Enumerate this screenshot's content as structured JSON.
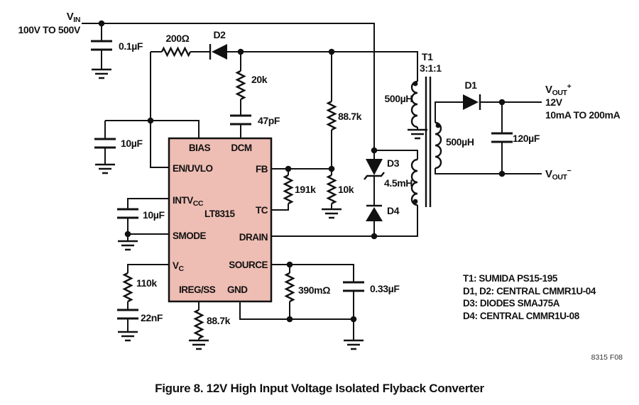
{
  "colors": {
    "ic_fill": "#eebdb3",
    "line": "#111111",
    "background": "#ffffff"
  },
  "labels": {
    "vin": {
      "main": "V",
      "sub": "IN",
      "range": "100V TO 500V"
    },
    "c_in": "0.1µF",
    "r_bias": "200Ω",
    "d2": "D2",
    "r_dcm": "20k",
    "c_dcm": "47pF",
    "r_fb_top": "88.7k",
    "c_bias": "10µF",
    "c_intvcc": "10µF",
    "r_vc": "110k",
    "c_vc": "22nF",
    "r_ireg": "88.7k",
    "r_tc": "191k",
    "r_fb_bot": "10k",
    "r_sense": "390mΩ",
    "c_source": "0.33µF",
    "d3": "D3",
    "d4": "D4",
    "t1": "T1",
    "ratio": "3:1:1",
    "l_bias": "500µH",
    "l_pri": "4.5mH",
    "l_sec": "500µH",
    "d1": "D1",
    "c_out": "120µF"
  },
  "ic": {
    "part": "LT8315",
    "pins": {
      "bias": "BIAS",
      "dcm": "DCM",
      "en": "EN/UVLO",
      "intvcc_main": "INTV",
      "intvcc_sub": "CC",
      "smode": "SMODE",
      "vc_main": "V",
      "vc_sub": "C",
      "ireg": "IREG/SS",
      "gnd": "GND",
      "fb": "FB",
      "tc": "TC",
      "drain": "DRAIN",
      "source": "SOURCE"
    }
  },
  "output": {
    "vplus_main": "V",
    "vplus_sub": "OUT",
    "vplus_sup": "+",
    "voltage": "12V",
    "current": "10mA TO 200mA",
    "vminus_main": "V",
    "vminus_sub": "OUT",
    "vminus_sup": "−"
  },
  "notes": {
    "lines": [
      "T1: SUMIDA PS15-195",
      "D1, D2: CENTRAL CMMR1U-04",
      "D3: DIODES SMAJ75A",
      "D4: CENTRAL CMMR1U-08"
    ],
    "fig_id": "8315 F08"
  },
  "caption": "Figure 8. 12V High Input Voltage Isolated Flyback Converter"
}
